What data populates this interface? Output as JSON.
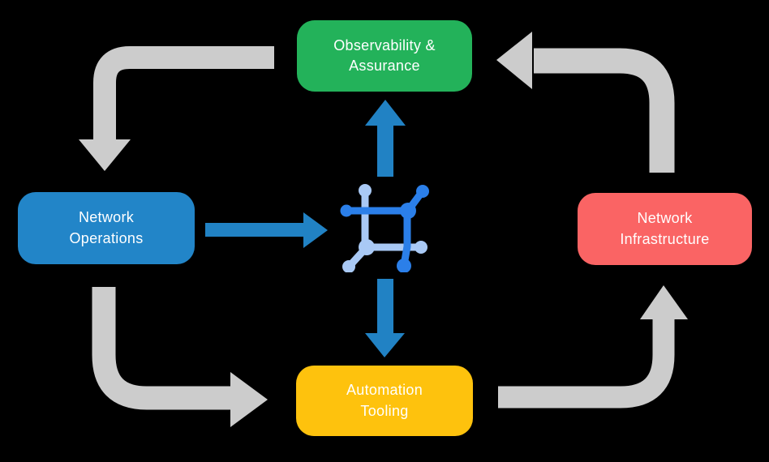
{
  "canvas": {
    "background": "#000000"
  },
  "diagram": {
    "nodes": [
      {
        "id": "observability-assurance",
        "label": "Observability &\nAssurance",
        "color": "#23b25a",
        "text_color": "#ffffff"
      },
      {
        "id": "network-operations",
        "label": "Network\nOperations",
        "color": "#2285c8",
        "text_color": "#ffffff"
      },
      {
        "id": "network-infrastructure",
        "label": "Network\nInfrastructure",
        "color": "#fa6464",
        "text_color": "#ffffff"
      },
      {
        "id": "automation-tooling",
        "label": "Automation\nTooling",
        "color": "#fec20d",
        "text_color": "#ffffff"
      }
    ],
    "center_icon": {
      "name": "network-automation-icon",
      "primary_color": "#2b7fe9",
      "secondary_color": "#a9c9f5"
    },
    "flows": {
      "outer_cycle_color": "#cccccc",
      "inner_arrow_color": "#2182c4",
      "outer_cycle": [
        {
          "from": "observability-assurance",
          "to": "network-operations"
        },
        {
          "from": "network-operations",
          "to": "automation-tooling"
        },
        {
          "from": "automation-tooling",
          "to": "network-infrastructure"
        },
        {
          "from": "network-infrastructure",
          "to": "observability-assurance"
        }
      ],
      "inner_arrows": [
        {
          "from": "network-operations",
          "to": "center-icon"
        },
        {
          "from": "center-icon",
          "to": "observability-assurance"
        },
        {
          "from": "center-icon",
          "to": "automation-tooling"
        }
      ]
    }
  }
}
